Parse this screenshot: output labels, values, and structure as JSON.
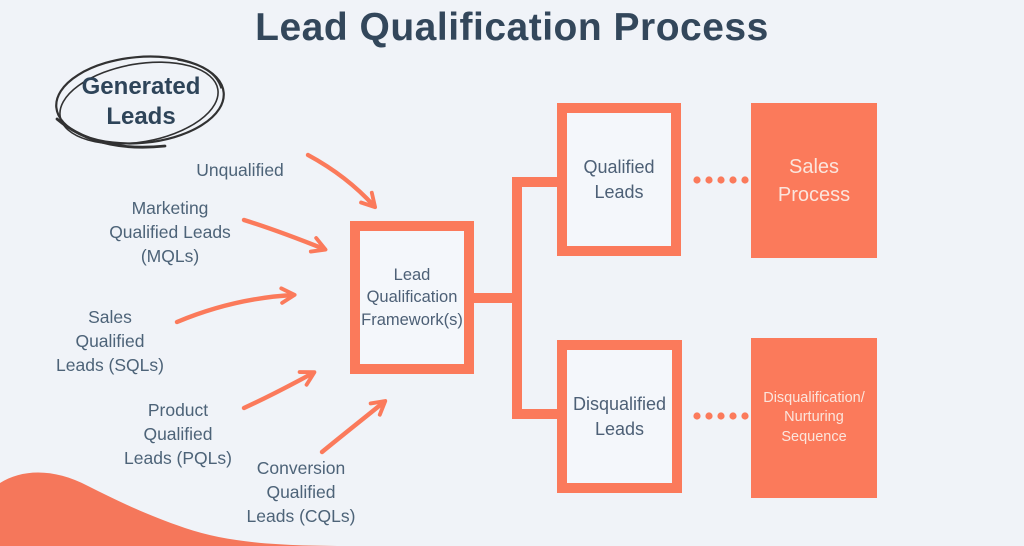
{
  "title": "Lead Qualification Process",
  "badge": {
    "lines": [
      "Generated",
      "Leads"
    ]
  },
  "sources": [
    {
      "id": "unqualified",
      "label_lines": [
        "Unqualified"
      ]
    },
    {
      "id": "mqls",
      "label_lines": [
        "Marketing",
        "Qualified Leads",
        "(MQLs)"
      ]
    },
    {
      "id": "sqls",
      "label_lines": [
        "Sales",
        "Qualified",
        "Leads (SQLs)"
      ]
    },
    {
      "id": "pqls",
      "label_lines": [
        "Product",
        "Qualified",
        "Leads (PQLs)"
      ]
    },
    {
      "id": "cqls",
      "label_lines": [
        "Conversion",
        "Qualified",
        "Leads (CQLs)"
      ]
    }
  ],
  "nodes": {
    "framework": {
      "lines": [
        "Lead",
        "Qualification",
        "Framework(s)"
      ],
      "style": "outlined"
    },
    "qualified_leads": {
      "lines": [
        "Qualified",
        "Leads"
      ],
      "style": "outlined"
    },
    "disqualified_leads": {
      "lines": [
        "Disqualified",
        "Leads"
      ],
      "style": "outlined"
    },
    "sales_process": {
      "lines": [
        "Sales",
        "Process"
      ],
      "style": "filled"
    },
    "disqualification_nurturing": {
      "lines": [
        "Disqualification/",
        "Nurturing",
        "Sequence"
      ],
      "style": "filled"
    }
  },
  "colors": {
    "bg": "#F0F3F8",
    "accent": "#FB7A5B",
    "wave": "#F5775B",
    "title-ink": "#33475B",
    "label-ink": "#4D6378",
    "box-ink": "#4D6076",
    "filled-ink": "#FBE5DC",
    "sketch-ink": "#1D1D1D"
  }
}
